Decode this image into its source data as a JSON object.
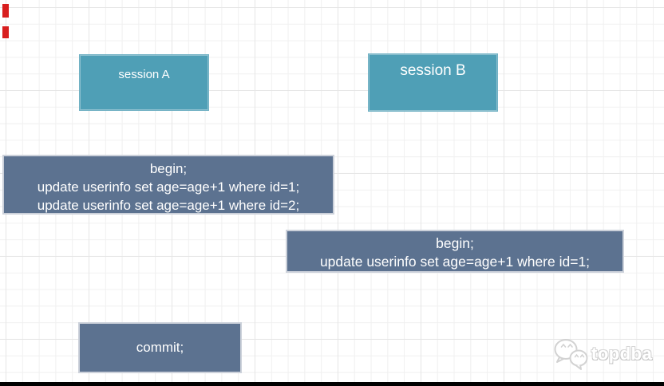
{
  "diagram": {
    "session_a": {
      "label": "session A"
    },
    "session_b": {
      "label": "session B"
    },
    "sql_a": {
      "lines": [
        "begin;",
        "update userinfo set age=age+1 where id=1;",
        "update userinfo set age=age+1 where id=2;"
      ]
    },
    "sql_b": {
      "lines": [
        "begin;",
        "update userinfo set age=age+1 where id=1;"
      ]
    },
    "commit": {
      "label": "commit;"
    }
  },
  "watermark": {
    "brand": "topdba",
    "logo": "wechat-chat-bubbles-icon"
  },
  "colors": {
    "session_box_fill": "#4f9fb6",
    "sql_box_fill": "#5c7290",
    "box_text": "#ffffff",
    "grid_minor": "#f0f0f0",
    "grid_major": "#e6e6e6",
    "red_mark": "#d81e1e",
    "bottom_bar": "#000000",
    "watermark_gray": "#d6d6d6"
  }
}
